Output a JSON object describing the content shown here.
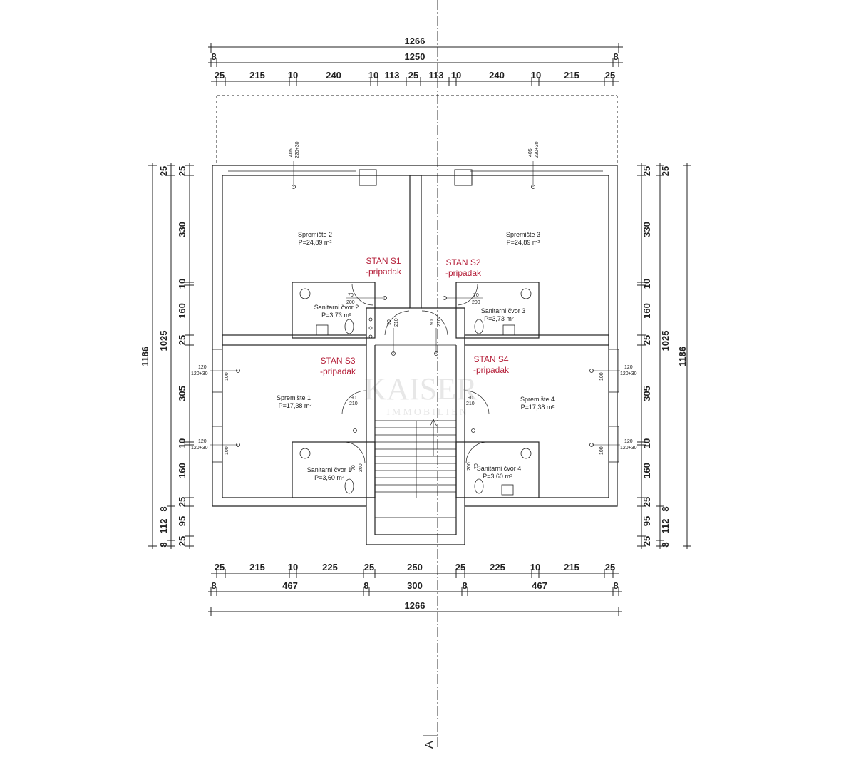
{
  "dimensions": {
    "top_total": "1266",
    "top_inner": "1250",
    "top_chain": [
      "25",
      "215",
      "10",
      "240",
      "10",
      "113",
      "25",
      "113",
      "10",
      "240",
      "10",
      "215",
      "25"
    ],
    "top_end": [
      "8",
      "8"
    ],
    "bottom_chain": [
      "25",
      "215",
      "10",
      "225",
      "25",
      "250",
      "25",
      "225",
      "10",
      "215",
      "25"
    ],
    "bottom_mid": [
      "8",
      "467",
      "8",
      "300",
      "8",
      "467",
      "8"
    ],
    "bottom_total": "1266",
    "left_chain": [
      "25",
      "330",
      "10",
      "160",
      "25",
      "305",
      "10",
      "160",
      "25",
      "95",
      "25"
    ],
    "right_chain": [
      "25",
      "330",
      "10",
      "160",
      "25",
      "305",
      "10",
      "160",
      "25",
      "95",
      "25"
    ],
    "side_mid": [
      "25",
      "1025",
      "8",
      "112",
      "8"
    ],
    "side_total": "1186"
  },
  "rooms": [
    {
      "name": "Spremište 2",
      "area": "P=24,89 m²"
    },
    {
      "name": "Spremište 3",
      "area": "P=24,89 m²"
    },
    {
      "name": "Spremište 1",
      "area": "P=17,38 m²"
    },
    {
      "name": "Spremište 4",
      "area": "P=17,38 m²"
    },
    {
      "name": "Sanitarni čvor 2",
      "area": "P=3,73 m²"
    },
    {
      "name": "Sanitarni čvor 3",
      "area": "P=3,73 m²"
    },
    {
      "name": "Sanitarni čvor 1",
      "area": "P=3,60 m²"
    },
    {
      "name": "Sanitarni čvor 4",
      "area": "P=3,60 m²"
    }
  ],
  "units": [
    {
      "label": "STAN S1",
      "sub": "-pripadak"
    },
    {
      "label": "STAN S2",
      "sub": "-pripadak"
    },
    {
      "label": "STAN S3",
      "sub": "-pripadak"
    },
    {
      "label": "STAN S4",
      "sub": "-pripadak"
    }
  ],
  "openings": {
    "window_top": [
      "405",
      "220+30"
    ],
    "window_side": [
      "120",
      "120+30",
      "100"
    ],
    "door_90": [
      "90",
      "210"
    ],
    "door_70": [
      "70",
      "200"
    ]
  },
  "watermark": {
    "brand": "KAISER",
    "sub": "IMMOBILIEN"
  },
  "section_marker": "A",
  "colors": {
    "unit_label": "#b5203a",
    "line": "#222222",
    "watermark": "#d8d8d8"
  }
}
